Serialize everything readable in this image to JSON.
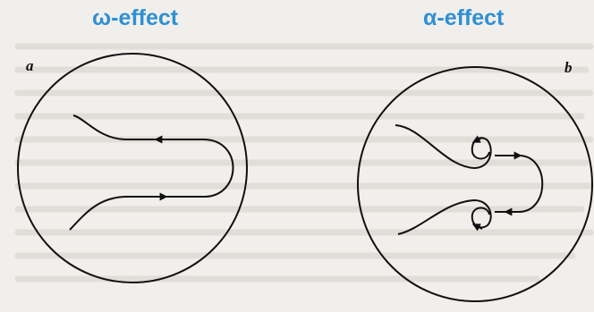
{
  "panels": [
    {
      "id": "a",
      "title": "ω-effect",
      "letter": "a"
    },
    {
      "id": "b",
      "title": "α-effect",
      "letter": "b"
    }
  ],
  "colors": {
    "title": "#2f8fd3",
    "ink": "#111111",
    "background": "#f1efec",
    "bleed_through": "#e1ddd8"
  }
}
